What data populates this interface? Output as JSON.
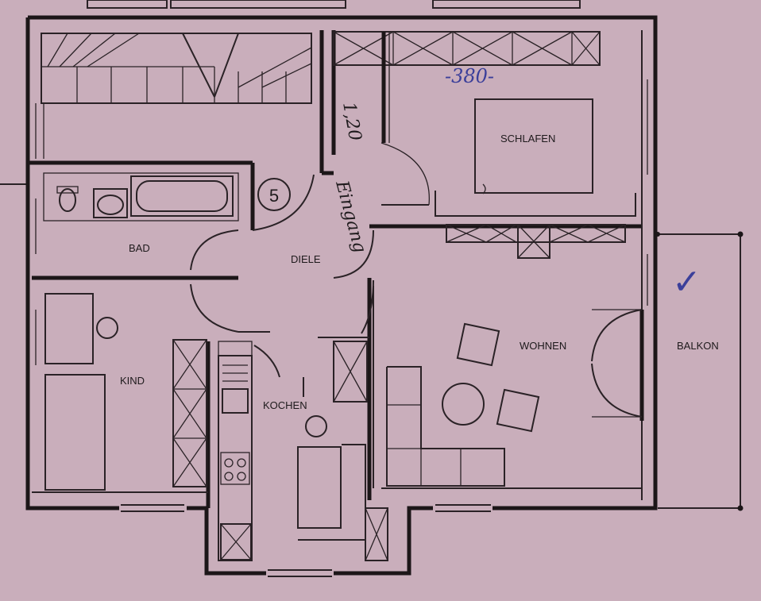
{
  "plan": {
    "rooms": {
      "schlafen": "SCHLAFEN",
      "bad": "BAD",
      "diele": "DIELE",
      "wohnen": "WOHNEN",
      "balkon": "BALKON",
      "kind": "KIND",
      "kochen": "KOCHEN"
    },
    "annotations": {
      "dimension": "-380-",
      "room_number": "5",
      "door_note": "1,20",
      "door_note_word": "Eingang",
      "checkmark": "✓"
    }
  },
  "colors": {
    "paper": "#c9aebb",
    "ink": "#1c1618",
    "pen_blue": "#3b3f9a"
  }
}
